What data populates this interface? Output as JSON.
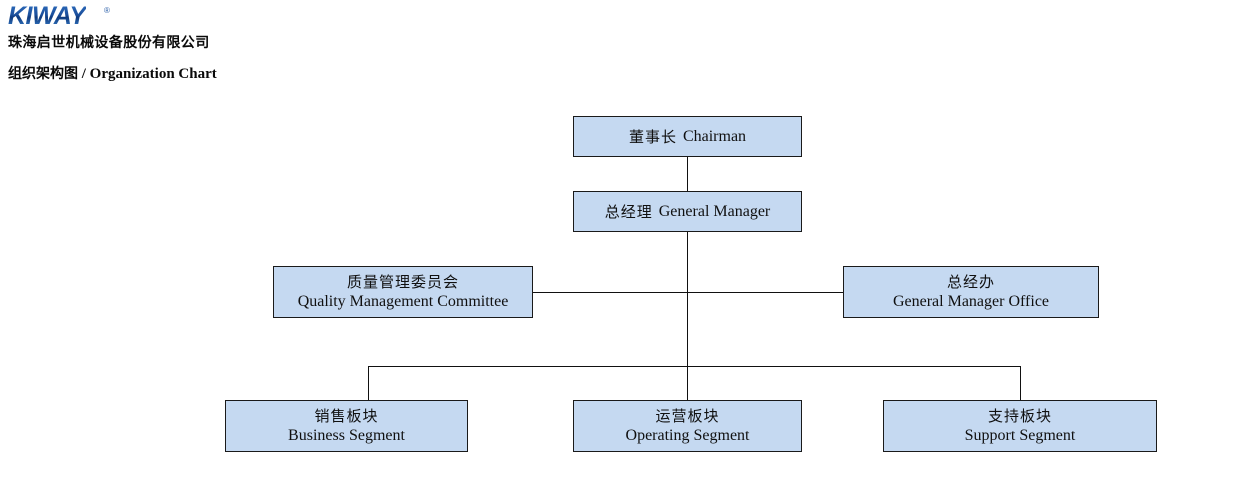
{
  "header": {
    "logo_text": "KIWAY",
    "logo_registered": "®",
    "company_name_cn": "珠海启世机械设备股份有限公司",
    "chart_title_cn": "组织架构图",
    "chart_title_separator": " / ",
    "chart_title_en": "Organization Chart"
  },
  "colors": {
    "node_fill": "#c5d9f1",
    "node_border": "#1a1a1a",
    "line": "#111111",
    "logo_blue": "#1b4f9c",
    "text": "#101010"
  },
  "chart_data": {
    "type": "diagram",
    "title": "组织架构图 / Organization Chart",
    "nodes": [
      {
        "id": "chairman",
        "cn": "董事长",
        "en": "Chairman",
        "level": 0
      },
      {
        "id": "general-manager",
        "cn": "总经理",
        "en": "General Manager",
        "level": 1
      },
      {
        "id": "quality-committee",
        "cn": "质量管理委员会",
        "en": "Quality Management Committee",
        "level": 2
      },
      {
        "id": "gm-office",
        "cn": "总经办",
        "en": "General Manager Office",
        "level": 2
      },
      {
        "id": "business-segment",
        "cn": "销售板块",
        "en": "Business Segment",
        "level": 3
      },
      {
        "id": "operating-segment",
        "cn": "运营板块",
        "en": "Operating Segment",
        "level": 3
      },
      {
        "id": "support-segment",
        "cn": "支持板块",
        "en": "Support Segment",
        "level": 3
      }
    ],
    "edges": [
      {
        "from": "chairman",
        "to": "general-manager"
      },
      {
        "from": "general-manager",
        "to": "quality-committee"
      },
      {
        "from": "general-manager",
        "to": "gm-office"
      },
      {
        "from": "general-manager",
        "to": "business-segment"
      },
      {
        "from": "general-manager",
        "to": "operating-segment"
      },
      {
        "from": "general-manager",
        "to": "support-segment"
      }
    ]
  }
}
